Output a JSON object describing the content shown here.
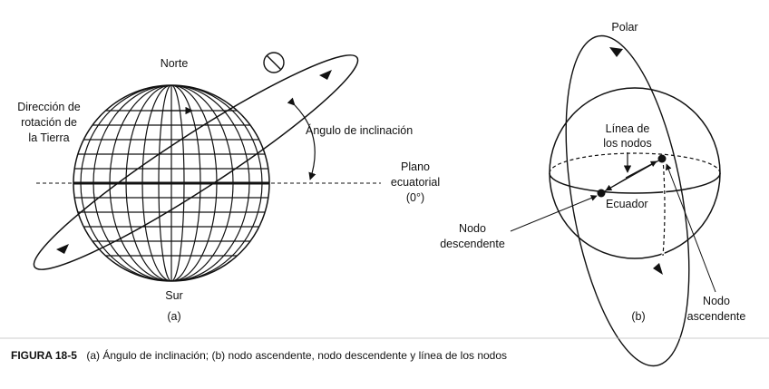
{
  "panel_a": {
    "north": "Norte",
    "south": "Sur",
    "rotation_line1": "Dirección de",
    "rotation_line2": "rotación de",
    "rotation_line3": "la Tierra",
    "inclination_angle": "Ángulo de inclinación",
    "equator_plane_line1": "Plano",
    "equator_plane_line2": "ecuatorial",
    "equator_plane_line3": "(0°)",
    "tag": "(a)"
  },
  "panel_b": {
    "polar": "Polar",
    "line_of_nodes_line1": "Línea de",
    "line_of_nodes_line2": "los nodos",
    "equator": "Ecuador",
    "descending_node_line1": "Nodo",
    "descending_node_line2": "descendente",
    "ascending_node_line1": "Nodo",
    "ascending_node_line2": "ascendente",
    "tag": "(b)"
  },
  "caption": {
    "label": "FIGURA 18-5",
    "text": "(a) Ángulo de inclinación; (b) nodo ascendente, nodo descendente y línea de los nodos"
  }
}
